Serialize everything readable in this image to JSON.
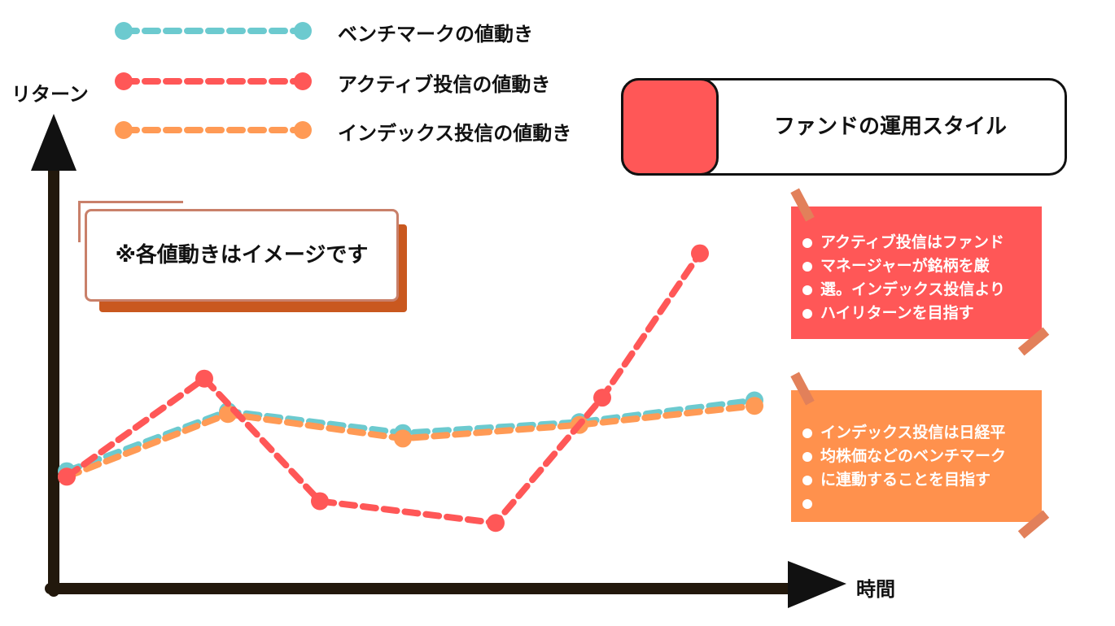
{
  "chart_data": {
    "type": "line",
    "xlabel": "時間",
    "ylabel": "リターン",
    "note": "※各値動きはイメージです",
    "series": [
      {
        "name": "ベンチマークの値動き",
        "color": "#6ccacf",
        "values": [
          2.4,
          4.6,
          3.8,
          4.2,
          5.0
        ]
      },
      {
        "name": "インデックス投信の値動き",
        "color": "#ff9a55",
        "values": [
          2.2,
          4.5,
          3.6,
          4.1,
          4.8
        ]
      },
      {
        "name": "アクティブ投信の値動き",
        "color": "#ff5757",
        "values": [
          2.2,
          5.8,
          1.3,
          0.5,
          5.1,
          10.4
        ]
      }
    ]
  },
  "legend": [
    {
      "label": "ベンチマークの値動き",
      "color": "#6ccacf"
    },
    {
      "label": "アクティブ投信の値動き",
      "color": "#ff5757"
    },
    {
      "label": "インデックス投信の値動き",
      "color": "#ff9a55"
    }
  ],
  "style_box": {
    "title": "ファンドの運用スタイル",
    "color": "#ff5757"
  },
  "active_card": {
    "lines": [
      "アクティブ投信はファンド",
      "マネージャーが銘柄を厳",
      "選。インデックス投信より",
      "ハイリターンを目指す"
    ],
    "color": "#ff5757"
  },
  "index_card": {
    "lines": [
      "インデックス投信は日経平",
      "均株価などのベンチマーク",
      "に連動することを目指す",
      ""
    ],
    "color": "#ff914d"
  },
  "axis_color": "#22180c"
}
